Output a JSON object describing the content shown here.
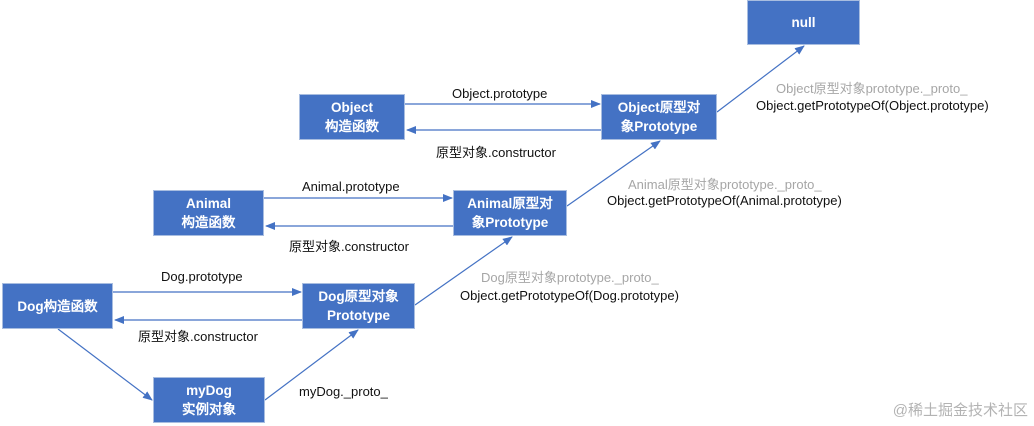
{
  "nodes": {
    "null": {
      "line1": "null",
      "line2": ""
    },
    "object_ctor": {
      "line1": "Object",
      "line2": "构造函数"
    },
    "object_proto": {
      "line1": "Object原型对",
      "line2": "象Prototype"
    },
    "animal_ctor": {
      "line1": "Animal",
      "line2": "构造函数"
    },
    "animal_proto": {
      "line1": "Animal原型对",
      "line2": "象Prototype"
    },
    "dog_ctor": {
      "line1": "Dog构造函数",
      "line2": ""
    },
    "dog_proto": {
      "line1": "Dog原型对象",
      "line2": "Prototype"
    },
    "mydog": {
      "line1": "myDog",
      "line2": "实例对象"
    }
  },
  "edges": {
    "object_prototype": "Object.prototype",
    "object_constructor": "原型对象.constructor",
    "object_proto_grey": "Object原型对象prototype._proto_",
    "object_getproto": "Object.getPrototypeOf(Object.prototype)",
    "animal_prototype": "Animal.prototype",
    "animal_constructor": "原型对象.constructor",
    "animal_proto_grey": "Animal原型对象prototype._proto_",
    "animal_getproto": "Object.getPrototypeOf(Animal.prototype)",
    "dog_prototype": "Dog.prototype",
    "dog_constructor": "原型对象.constructor",
    "dog_proto_grey": "Dog原型对象prototype._proto_",
    "dog_getproto": "Object.getPrototypeOf(Dog.prototype)",
    "mydog_proto": "myDog._proto_"
  },
  "watermark": "@稀土掘金技术社区",
  "colors": {
    "box_fill": "#4472c4",
    "line": "#4472c4",
    "grey_text": "#a6a6a6"
  }
}
